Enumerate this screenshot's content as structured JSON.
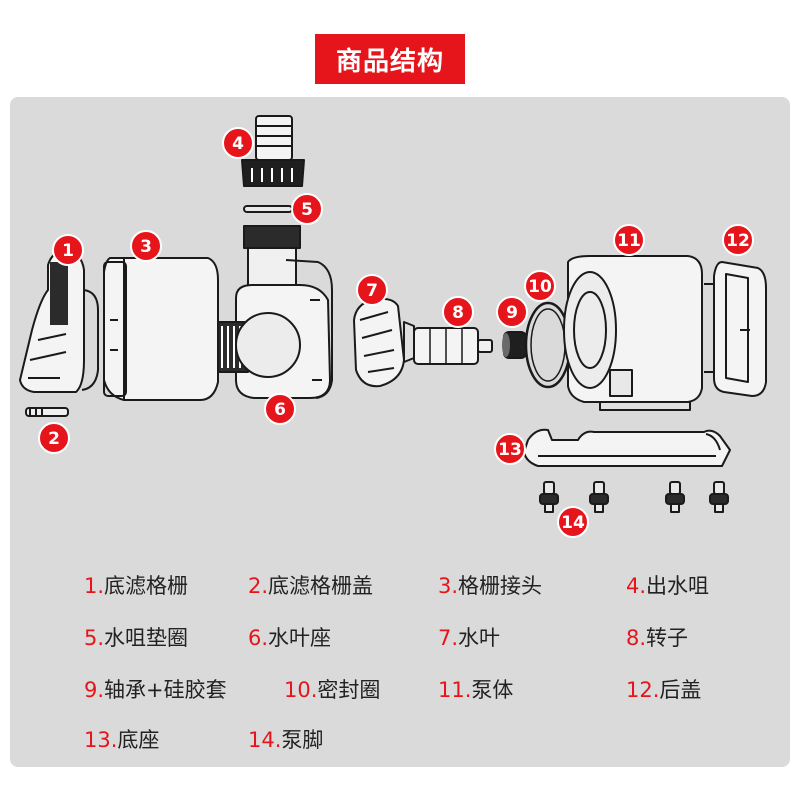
{
  "title": "商品结构",
  "callouts": [
    "1",
    "2",
    "3",
    "4",
    "5",
    "6",
    "7",
    "8",
    "9",
    "10",
    "11",
    "12",
    "13",
    "14"
  ],
  "legend": [
    {
      "num": "1.",
      "label": "底滤格栅"
    },
    {
      "num": "2.",
      "label": "底滤格栅盖"
    },
    {
      "num": "3.",
      "label": "格栅接头"
    },
    {
      "num": "4.",
      "label": "出水咀"
    },
    {
      "num": "5.",
      "label": "水咀垫圈"
    },
    {
      "num": "6.",
      "label": "水叶座"
    },
    {
      "num": "7.",
      "label": "水叶"
    },
    {
      "num": "8.",
      "label": "转子"
    },
    {
      "num": "9.",
      "label": "轴承+硅胶套"
    },
    {
      "num": "10.",
      "label": "密封圈"
    },
    {
      "num": "11.",
      "label": "泵体"
    },
    {
      "num": "12.",
      "label": "后盖"
    },
    {
      "num": "13.",
      "label": "底座"
    },
    {
      "num": "14.",
      "label": "泵脚"
    }
  ],
  "colors": {
    "accent": "#e6141b",
    "panel": "#dadada",
    "line": "#1a1a1a"
  }
}
